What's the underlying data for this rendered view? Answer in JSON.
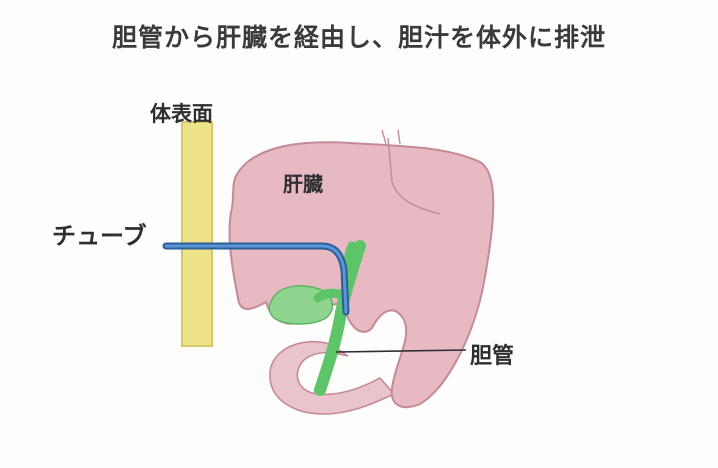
{
  "title": "胆管から肝臓を経由し、胆汁を体外に排泄",
  "labels": {
    "body_surface": "体表面",
    "liver": "肝臓",
    "tube": "チューブ",
    "bile_duct": "胆管"
  },
  "colors": {
    "liver_fill": "#e7b9c2",
    "liver_stroke": "#c58a97",
    "bile_duct": "#5dc46a",
    "tube": "#3f78b8",
    "body_surface": "#efe38a"
  }
}
